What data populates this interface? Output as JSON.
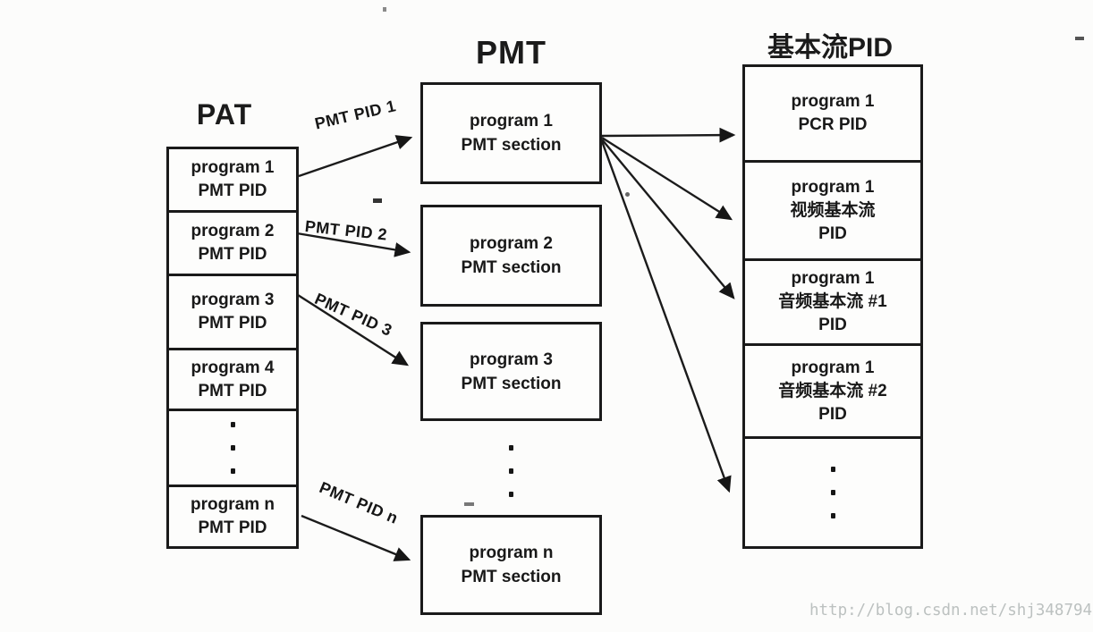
{
  "pat": {
    "title": "PAT",
    "rows": [
      {
        "line1": "program 1",
        "line2": "PMT PID"
      },
      {
        "line1": "program 2",
        "line2": "PMT PID"
      },
      {
        "line1": "program 3",
        "line2": "PMT PID"
      },
      {
        "line1": "program 4",
        "line2": "PMT PID"
      },
      {
        "line1": "program n",
        "line2": "PMT PID"
      }
    ]
  },
  "pmt": {
    "title": "PMT",
    "boxes": [
      {
        "line1": "program 1",
        "line2": "PMT section"
      },
      {
        "line1": "program 2",
        "line2": "PMT section"
      },
      {
        "line1": "program 3",
        "line2": "PMT section"
      },
      {
        "line1": "program n",
        "line2": "PMT section"
      }
    ]
  },
  "elementary": {
    "title": "基本流PID",
    "rows": [
      {
        "line1": "program 1",
        "line2": "PCR PID"
      },
      {
        "line1": "program 1",
        "line2": "视频基本流",
        "line3": "PID"
      },
      {
        "line1": "program 1",
        "line2": "音频基本流 #1",
        "line3": "PID"
      },
      {
        "line1": "program 1",
        "line2": "音频基本流 #2",
        "line3": "PID"
      }
    ]
  },
  "arrow_labels": {
    "pid1": "PMT PID 1",
    "pid2": "PMT PID 2",
    "pid3": "PMT PID 3",
    "pidn": "PMT PID n"
  },
  "watermark": {
    "text": "http://blog.csdn.net/shj348794"
  },
  "colors": {
    "ink": "#1a1a1a",
    "watermark": "#bcc1c0",
    "background": "#fcfcfb"
  }
}
